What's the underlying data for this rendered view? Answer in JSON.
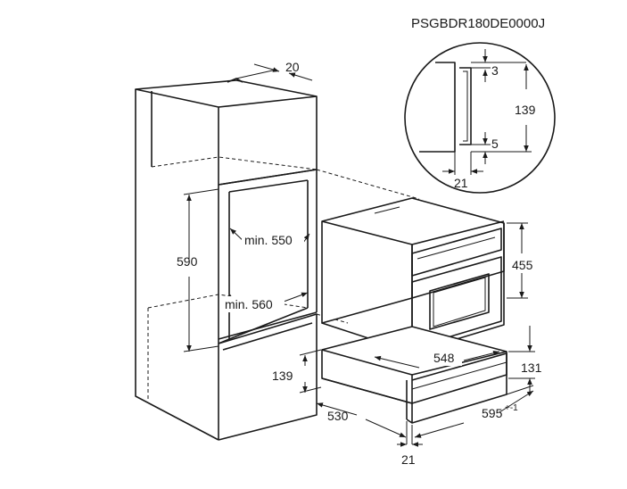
{
  "diagram": {
    "model_code": "PSGBDR180DE0000J",
    "dimensions": {
      "top_depth": "20",
      "niche_height": "590",
      "min_depth_top": "min. 550",
      "min_width": "min. 560",
      "drawer_niche_height": "139",
      "cabinet_depth": "530",
      "gap_bottom": "21",
      "appliance_height": "455",
      "appliance_depth": "548",
      "drawer_height": "131",
      "appliance_width": "595",
      "width_tolerance": "+-1",
      "detail_top_gap": "3",
      "detail_height": "139",
      "detail_bottom_gap": "5",
      "detail_depth": "21"
    }
  }
}
